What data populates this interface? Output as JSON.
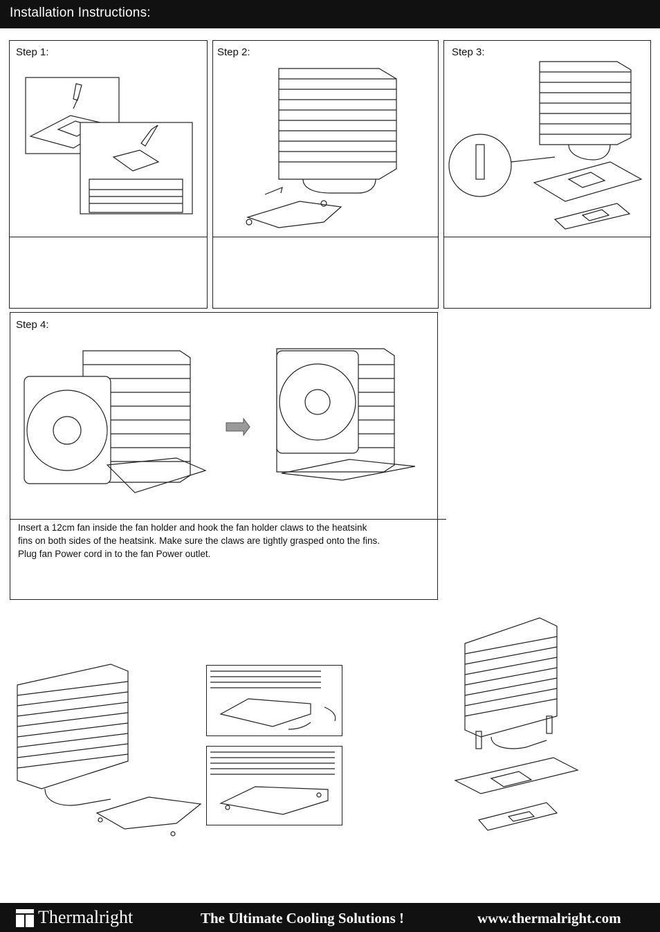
{
  "header": {
    "title": "Installation Instructions:"
  },
  "steps": [
    {
      "label": "Step 1:",
      "description": ""
    },
    {
      "label": "Step 2:",
      "description": ""
    },
    {
      "label": "Step 3:",
      "description": ""
    },
    {
      "label": "Step 4:",
      "description_lines": [
        "Insert a 12cm fan inside the fan holder and hook the fan holder claws to the heatsink",
        "fins on both sides of the heatsink. Make sure the claws are tightly grasped onto the fins.",
        "Plug fan Power cord in to the fan Power outlet."
      ]
    }
  ],
  "footer": {
    "brand": "Thermalright",
    "slogan": "The Ultimate Cooling Solutions !",
    "website": "www.thermalright.com"
  },
  "colors": {
    "bar": "#111111",
    "line": "#222222",
    "arrow": "#9a9a9a"
  }
}
